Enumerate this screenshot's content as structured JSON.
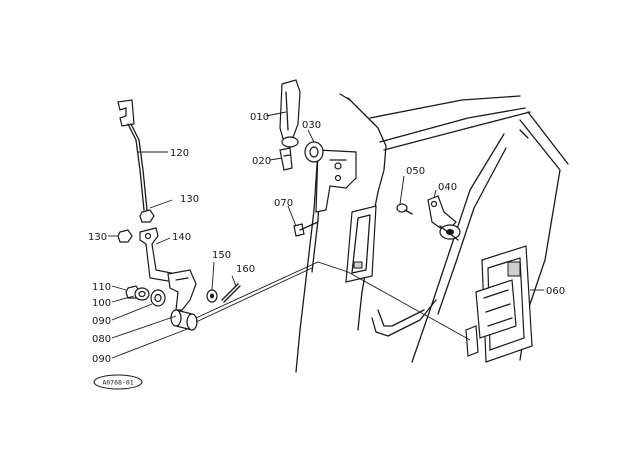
{
  "diagram": {
    "ref_code": "A0768-01",
    "parts": [
      {
        "id": "p010",
        "label": "010"
      },
      {
        "id": "p030",
        "label": "030"
      },
      {
        "id": "p020",
        "label": "020"
      },
      {
        "id": "p070",
        "label": "070"
      },
      {
        "id": "p050",
        "label": "050"
      },
      {
        "id": "p040",
        "label": "040"
      },
      {
        "id": "p060",
        "label": "060"
      },
      {
        "id": "p120",
        "label": "120"
      },
      {
        "id": "p130a",
        "label": "130"
      },
      {
        "id": "p130b",
        "label": "130"
      },
      {
        "id": "p140",
        "label": "140"
      },
      {
        "id": "p150",
        "label": "150"
      },
      {
        "id": "p160",
        "label": "160"
      },
      {
        "id": "p110",
        "label": "110"
      },
      {
        "id": "p100",
        "label": "100"
      },
      {
        "id": "p090a",
        "label": "090"
      },
      {
        "id": "p080",
        "label": "080"
      },
      {
        "id": "p090b",
        "label": "090"
      }
    ]
  }
}
